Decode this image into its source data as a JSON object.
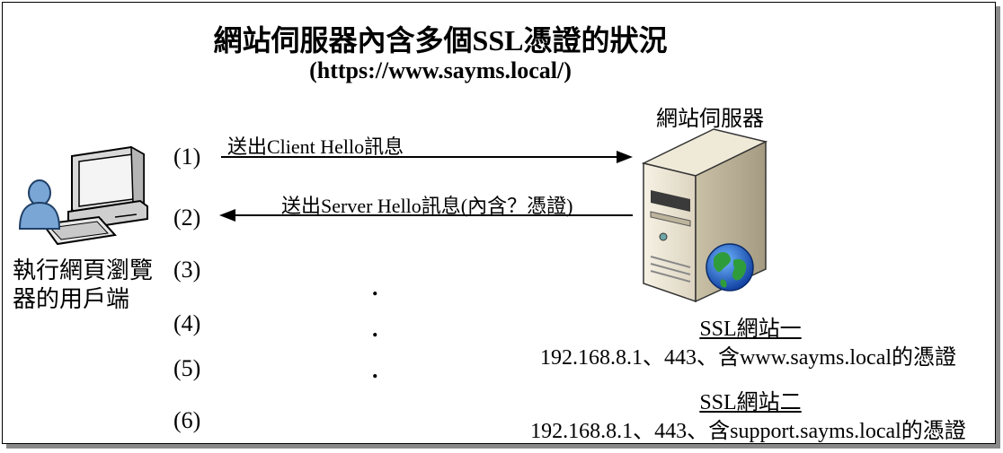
{
  "title": "網站伺服器內含多個SSL憑證的狀況",
  "subtitle": "(https://www.sayms.local/)",
  "client": {
    "label_line1": "執行網頁瀏覽",
    "label_line2": "器的用戶端"
  },
  "server": {
    "label": "網站伺服器"
  },
  "steps": [
    "(1)",
    "(2)",
    "(3)",
    "(4)",
    "(5)",
    "(6)"
  ],
  "messages": {
    "m1": "送出Client Hello訊息",
    "m2": "送出Server Hello訊息(內含？憑證)"
  },
  "ellipsis": ".",
  "sites": [
    {
      "name": "SSL網站一",
      "detail": "192.168.8.1、443、含www.sayms.local的憑證"
    },
    {
      "name": "SSL網站二",
      "detail": "192.168.8.1、443、含support.sayms.local的憑證"
    }
  ]
}
